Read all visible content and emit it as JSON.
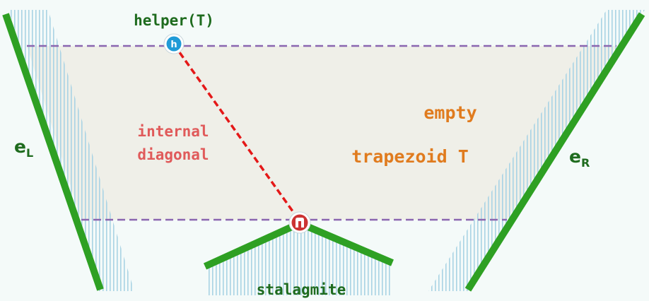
{
  "labels": {
    "helper": "helper(T)",
    "internal_line1": "internal",
    "internal_line2": "diagonal",
    "empty": "empty",
    "trapezoid": "trapezoid T",
    "stalagmite": "stalagmite",
    "left_edge_main": "e",
    "left_edge_sub": "L",
    "right_edge_main": "e",
    "right_edge_sub": "R",
    "helper_vertex_glyph": "h"
  },
  "colors": {
    "background": "#f4faf9",
    "trapezoid_fill": "#efefe8",
    "edge_green": "#2ea023",
    "label_green": "#1e6b1e",
    "dashed_purple": "#8a66b0",
    "diagonal_red": "#e41818",
    "internal_text_red": "#e05a5a",
    "orange_text": "#e07b1e",
    "hatch_blue": "#a9d3e4",
    "helper_vertex_blue": "#1f9bd7",
    "merge_vertex_red": "#cc3333"
  },
  "icons": {
    "helper_vertex": "helper-vertex-icon",
    "merge_vertex": "merge-vertex-icon"
  }
}
